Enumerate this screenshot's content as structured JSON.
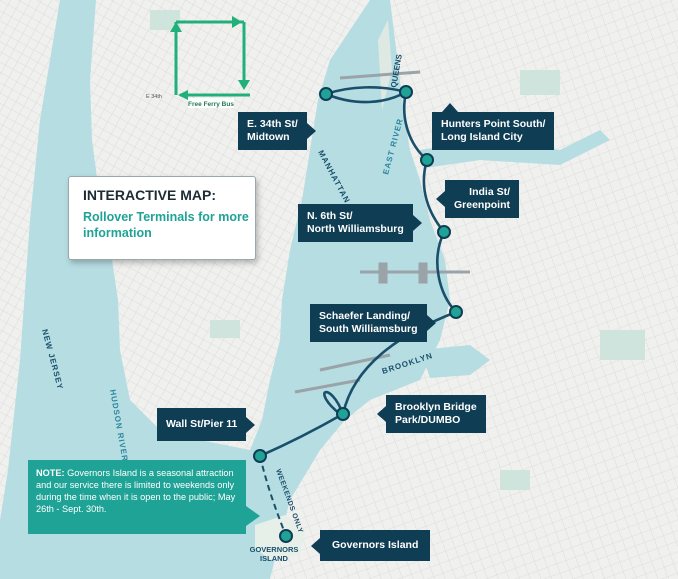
{
  "interactive": {
    "title": "INTERACTIVE MAP:",
    "subtitle": "Rollover Terminals for more information"
  },
  "note": {
    "label": "NOTE:",
    "text": " Governors Island is a seasonal attraction and our service there is limited to weekends only during the time when it is open to the public; May 26th - Sept. 30th."
  },
  "terminals": [
    {
      "line1": "E. 34th St/",
      "line2": "Midtown"
    },
    {
      "line1": "Hunters Point South/",
      "line2": "Long Island City"
    },
    {
      "line1": "India St/",
      "line2": "Greenpoint"
    },
    {
      "line1": "N. 6th St/",
      "line2": "North Williamsburg"
    },
    {
      "line1": "Schaefer Landing/",
      "line2": "South Williamsburg"
    },
    {
      "line1": "Brooklyn Bridge",
      "line2": "Park/DUMBO"
    },
    {
      "line1": "Wall St/Pier 11",
      "line2": ""
    },
    {
      "line1": "Governors Island",
      "line2": ""
    }
  ],
  "labels": {
    "free_ferry_bus": "Free Ferry Bus",
    "queens": "QUEENS",
    "manhattan": "MANHATTAN",
    "east_river": "EAST RIVER",
    "brooklyn": "BROOKLYN",
    "new_jersey": "NEW JERSEY",
    "hudson_river": "HUDSON RIVER",
    "weekends_only": "WEEKENDS ONLY",
    "governors_island_1": "GOVERNORS",
    "governors_island_2": "ISLAND",
    "e34": "E 34th"
  },
  "colors": {
    "route": "#1a4f6b",
    "terminal": "#1fa396",
    "callout": "#0f3d54",
    "water": "#b6dde2",
    "land": "#f2f2f0",
    "park": "#cfe4dc",
    "bus": "#22b07a"
  }
}
